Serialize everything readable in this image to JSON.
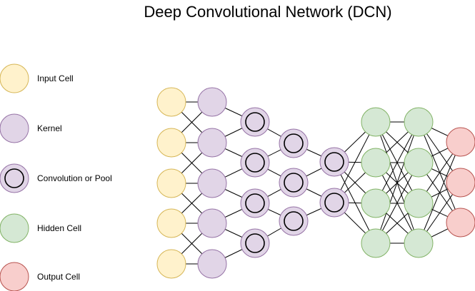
{
  "title": "Deep Convolutional Network (DCN)",
  "cell_types": {
    "input": {
      "label": "Input Cell",
      "fill": "#fff2cc",
      "stroke": "#d6b656",
      "inner_ring": false
    },
    "kernel": {
      "label": "Kernel",
      "fill": "#e1d5e7",
      "stroke": "#9673a6",
      "inner_ring": false
    },
    "conv": {
      "label": "Convolution or Pool",
      "fill": "#e1d5e7",
      "stroke": "#9673a6",
      "inner_ring": true
    },
    "hidden": {
      "label": "Hidden Cell",
      "fill": "#d5e8d4",
      "stroke": "#82b366",
      "inner_ring": false
    },
    "output": {
      "label": "Output Cell",
      "fill": "#f8cecc",
      "stroke": "#b85450",
      "inner_ring": false
    }
  },
  "legend": [
    "input",
    "kernel",
    "conv",
    "hidden",
    "output"
  ],
  "layers": [
    {
      "name": "input",
      "type": "input",
      "count": 5
    },
    {
      "name": "kernel",
      "type": "kernel",
      "count": 5
    },
    {
      "name": "conv1",
      "type": "conv",
      "count": 4
    },
    {
      "name": "conv2",
      "type": "conv",
      "count": 3
    },
    {
      "name": "conv3",
      "type": "conv",
      "count": 2
    },
    {
      "name": "hidden1",
      "type": "hidden",
      "count": 4
    },
    {
      "name": "hidden2",
      "type": "hidden",
      "count": 4
    },
    {
      "name": "output",
      "type": "output",
      "count": 3
    }
  ],
  "connections": [
    {
      "from": 0,
      "to": 1,
      "pattern": "neighbors"
    },
    {
      "from": 1,
      "to": 2,
      "pattern": "window"
    },
    {
      "from": 2,
      "to": 3,
      "pattern": "window"
    },
    {
      "from": 3,
      "to": 4,
      "pattern": "window"
    },
    {
      "from": 4,
      "to": 5,
      "pattern": "full"
    },
    {
      "from": 5,
      "to": 6,
      "pattern": "full"
    },
    {
      "from": 6,
      "to": 7,
      "pattern": "full"
    }
  ],
  "edge_color": "#000000"
}
